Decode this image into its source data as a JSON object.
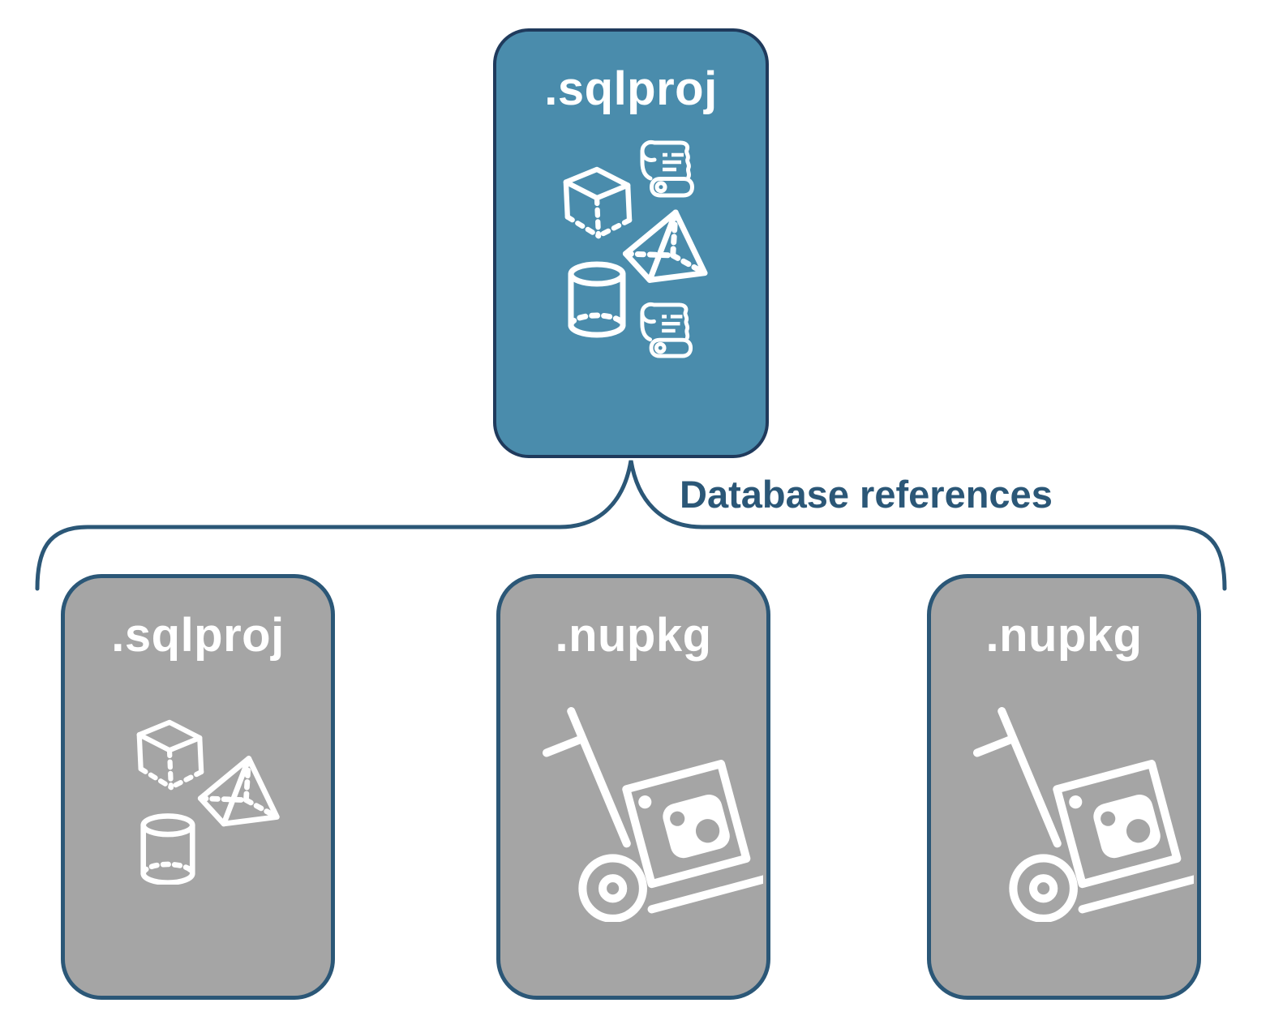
{
  "diagram_title": "SQL project database references diagram",
  "root": {
    "label": ".sqlproj",
    "fill": "#4A8CAC",
    "border": "#1F3A5C",
    "icons": [
      "scroll-icon",
      "cube-icon",
      "pyramid-icon",
      "cylinder-icon",
      "scroll-icon"
    ]
  },
  "connector": {
    "label": "Database references",
    "color": "#2B5777",
    "shape": "curly-brace"
  },
  "children": [
    {
      "label": ".sqlproj",
      "fill": "#A5A5A5",
      "border": "#2B5777",
      "icons": [
        "cube-icon",
        "pyramid-icon",
        "cylinder-icon"
      ]
    },
    {
      "label": ".nupkg",
      "fill": "#A5A5A5",
      "border": "#2B5777",
      "icons": [
        "nuget-hand-truck-icon"
      ]
    },
    {
      "label": ".nupkg",
      "fill": "#A5A5A5",
      "border": "#2B5777",
      "icons": [
        "nuget-hand-truck-icon"
      ]
    }
  ],
  "colors": {
    "background": "#FFFFFF",
    "icon_stroke": "#FFFFFF",
    "label_text": "#2B5777"
  }
}
